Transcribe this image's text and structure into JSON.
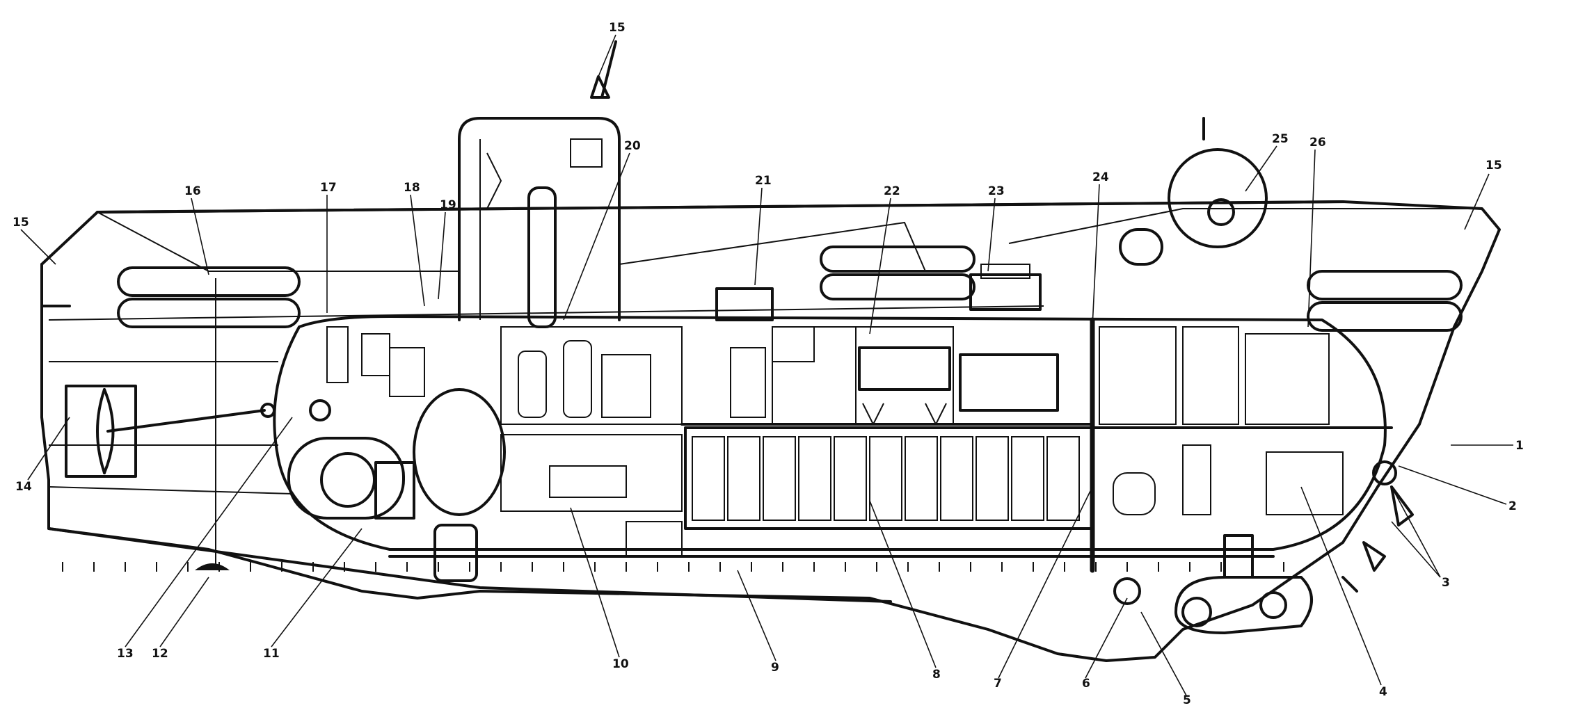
{
  "diagram": {
    "colors": {
      "ink": "#111111",
      "paper": "#ffffff"
    },
    "callouts": [
      "1",
      "2",
      "3",
      "4",
      "5",
      "6",
      "7",
      "8",
      "9",
      "10",
      "11",
      "12",
      "13",
      "14",
      "15",
      "15",
      "15",
      "16",
      "17",
      "18",
      "19",
      "20",
      "21",
      "22",
      "23",
      "24",
      "25",
      "26"
    ]
  }
}
